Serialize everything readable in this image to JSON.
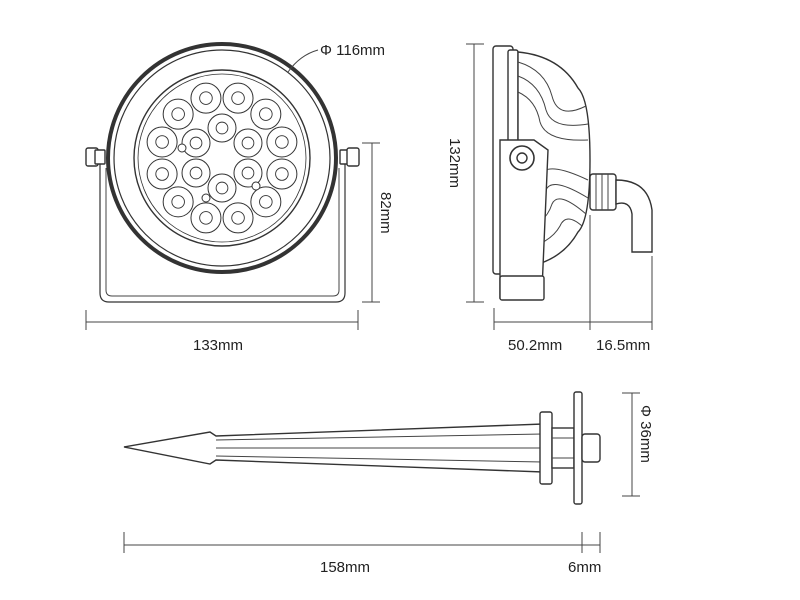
{
  "front_view": {
    "diameter_label": "Φ 116mm",
    "width_label": "133mm",
    "bracket_height_label": "82mm"
  },
  "side_view": {
    "height_label": "132mm",
    "depth_label": "50.2mm",
    "cable_label": "16.5mm"
  },
  "spike_view": {
    "flange_diameter_label": "Φ 36mm",
    "spike_length_label": "158mm",
    "flange_thickness_label": "6mm"
  },
  "colors": {
    "line": "#333333",
    "text": "#222222",
    "background": "#ffffff"
  }
}
